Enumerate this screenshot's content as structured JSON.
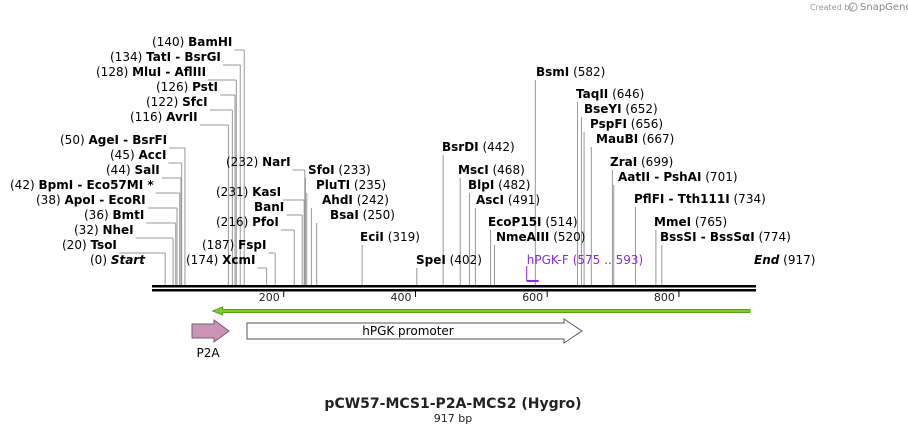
{
  "credit": {
    "text": "Created by",
    "brand": "SnapGene"
  },
  "title": "pCW57-MCS1-P2A-MCS2 (Hygro)",
  "subtitle": "917 bp",
  "sequence_length": 917,
  "ticks": [
    "200",
    "400",
    "600",
    "800"
  ],
  "tick_values": [
    200,
    400,
    600,
    800
  ],
  "sites": [
    {
      "names": [
        "Start"
      ],
      "pos": "(0)",
      "bp": 0,
      "italic": true,
      "side": "left"
    },
    {
      "names": [
        "TsoI"
      ],
      "pos": "(20)",
      "bp": 20,
      "side": "left"
    },
    {
      "names": [
        "NheI"
      ],
      "pos": "(32)",
      "bp": 32,
      "side": "left"
    },
    {
      "names": [
        "BmtI"
      ],
      "pos": "(36)",
      "bp": 36,
      "side": "left"
    },
    {
      "names": [
        "ApoI",
        "EcoRI"
      ],
      "pos": "(38)",
      "bp": 38,
      "side": "left"
    },
    {
      "names": [
        "BpmI",
        "Eco57MI *"
      ],
      "pos": "(42)",
      "bp": 42,
      "side": "left"
    },
    {
      "names": [
        "SalI"
      ],
      "pos": "(44)",
      "bp": 44,
      "side": "left"
    },
    {
      "names": [
        "AccI"
      ],
      "pos": "(45)",
      "bp": 45,
      "side": "left"
    },
    {
      "names": [
        "AgeI",
        "BsrFI"
      ],
      "pos": "(50)",
      "bp": 50,
      "side": "left"
    },
    {
      "names": [
        "AvrII"
      ],
      "pos": "(116)",
      "bp": 116,
      "side": "left"
    },
    {
      "names": [
        "SfcI"
      ],
      "pos": "(122)",
      "bp": 122,
      "side": "left"
    },
    {
      "names": [
        "PstI"
      ],
      "pos": "(126)",
      "bp": 126,
      "side": "left"
    },
    {
      "names": [
        "MluI",
        "AflIII"
      ],
      "pos": "(128)",
      "bp": 128,
      "side": "left"
    },
    {
      "names": [
        "TatI",
        "BsrGI"
      ],
      "pos": "(134)",
      "bp": 134,
      "side": "left"
    },
    {
      "names": [
        "BamHI"
      ],
      "pos": "(140)",
      "bp": 140,
      "side": "left"
    },
    {
      "names": [
        "XcmI"
      ],
      "pos": "(174)",
      "bp": 174,
      "side": "left"
    },
    {
      "names": [
        "FspI"
      ],
      "pos": "(187)",
      "bp": 187,
      "side": "left"
    },
    {
      "names": [
        "PfoI"
      ],
      "pos": "(216)",
      "bp": 216,
      "side": "left"
    },
    {
      "names": [
        "BanI"
      ],
      "pos": "",
      "bp": 228,
      "side": "left"
    },
    {
      "names": [
        "KasI"
      ],
      "pos": "(231)",
      "bp": 231,
      "side": "left"
    },
    {
      "names": [
        "NarI"
      ],
      "pos": "(232)",
      "bp": 232,
      "side": "left"
    },
    {
      "names": [
        "SfoI"
      ],
      "pos": "(233)",
      "bp": 233,
      "side": "right"
    },
    {
      "names": [
        "PluTI"
      ],
      "pos": "(235)",
      "bp": 235,
      "side": "right"
    },
    {
      "names": [
        "AhdI"
      ],
      "pos": "(242)",
      "bp": 242,
      "side": "right"
    },
    {
      "names": [
        "BsaI"
      ],
      "pos": "(250)",
      "bp": 250,
      "side": "right"
    },
    {
      "names": [
        "EciI"
      ],
      "pos": "(319)",
      "bp": 319,
      "side": "right"
    },
    {
      "names": [
        "SpeI"
      ],
      "pos": "(402)",
      "bp": 402,
      "side": "right"
    },
    {
      "names": [
        "BsrDI"
      ],
      "pos": "(442)",
      "bp": 442,
      "side": "right"
    },
    {
      "names": [
        "MscI"
      ],
      "pos": "(468)",
      "bp": 468,
      "side": "right"
    },
    {
      "names": [
        "BlpI"
      ],
      "pos": "(482)",
      "bp": 482,
      "side": "right"
    },
    {
      "names": [
        "AscI"
      ],
      "pos": "(491)",
      "bp": 491,
      "side": "right"
    },
    {
      "names": [
        "EcoP15I"
      ],
      "pos": "(514)",
      "bp": 514,
      "side": "right"
    },
    {
      "names": [
        "NmeAIII"
      ],
      "pos": "(520)",
      "bp": 520,
      "side": "right"
    },
    {
      "names": [
        "BsmI"
      ],
      "pos": "(582)",
      "bp": 582,
      "side": "right"
    },
    {
      "names": [
        "TaqII"
      ],
      "pos": "(646)",
      "bp": 646,
      "side": "right"
    },
    {
      "names": [
        "BseYI"
      ],
      "pos": "(652)",
      "bp": 652,
      "side": "right"
    },
    {
      "names": [
        "PspFI"
      ],
      "pos": "(656)",
      "bp": 656,
      "side": "right"
    },
    {
      "names": [
        "MauBI"
      ],
      "pos": "(667)",
      "bp": 667,
      "side": "right"
    },
    {
      "names": [
        "ZraI"
      ],
      "pos": "(699)",
      "bp": 699,
      "side": "right"
    },
    {
      "names": [
        "AatII",
        "PshAI"
      ],
      "pos": "(701)",
      "bp": 701,
      "side": "right"
    },
    {
      "names": [
        "PflFI",
        "Tth111I"
      ],
      "pos": "(734)",
      "bp": 734,
      "side": "right"
    },
    {
      "names": [
        "MmeI"
      ],
      "pos": "(765)",
      "bp": 765,
      "side": "right"
    },
    {
      "names": [
        "BssSI",
        "BssSαI"
      ],
      "pos": "(774)",
      "bp": 774,
      "side": "right"
    },
    {
      "names": [
        "End"
      ],
      "pos": "(917)",
      "bp": 917,
      "italic": true,
      "side": "right"
    }
  ],
  "primer": {
    "name": "hPGK-F",
    "range": "(575 .. 593)",
    "start": 575,
    "end": 593,
    "color": "#8a2be2"
  },
  "orf": {
    "start": 80,
    "end": 917,
    "color": "#7ccc2a",
    "direction": "reverse"
  },
  "features": [
    {
      "name": "P2A",
      "start": 60,
      "end": 116,
      "color": "#c994b5",
      "direction": "forward"
    },
    {
      "name": "hPGK promoter",
      "start": 144,
      "end": 656,
      "color": "#ffffff",
      "direction": "forward"
    }
  ]
}
